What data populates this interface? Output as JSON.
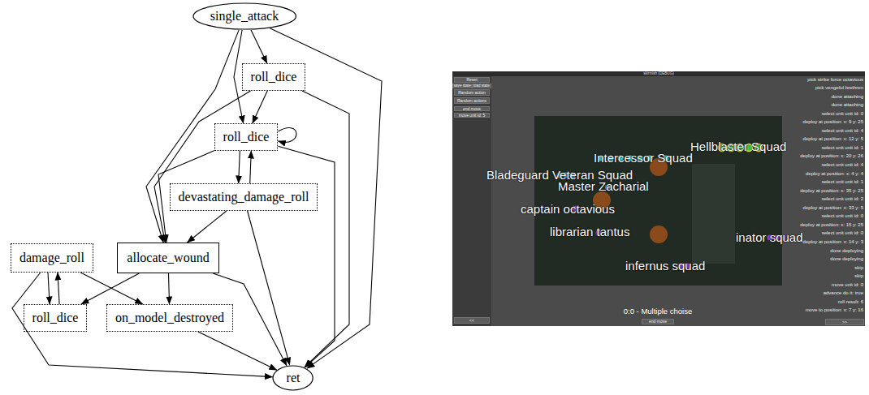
{
  "diagram": {
    "nodes": [
      {
        "text": [
          "single_attack"
        ]
      },
      {
        "text": [
          "roll_dice"
        ]
      },
      {
        "text": [
          "roll_dice"
        ]
      },
      {
        "text": [
          "devastating_damage_roll"
        ]
      },
      {
        "text": [
          "damage_roll"
        ]
      },
      {
        "text": [
          "allocate_wound"
        ]
      },
      {
        "text": [
          "roll_dice"
        ]
      },
      {
        "text": [
          "on_model_destroyed"
        ]
      },
      {
        "text": [
          "ret"
        ]
      },
      {
        "text": [
          "Reset"
        ]
      },
      {
        "text": [
          "save state"
        ]
      },
      {
        "text": [
          "load state"
        ]
      },
      {
        "text": [
          "Random action"
        ]
      },
      {
        "text": [
          "Random actions"
        ]
      },
      {
        "text": [
          "end move"
        ]
      },
      {
        "text": [
          "move unit id: 5"
        ]
      },
      {
        "text": [
          "<<"
        ]
      },
      {
        "text": [
          "end move"
        ]
      },
      {
        "text": [
          ">>"
        ]
      }
    ],
    "edges": [
      {
        "from": 0,
        "to": 1,
        "arrow": "to"
      },
      {
        "from": 0,
        "to": 2,
        "arrow": "to"
      },
      {
        "from": 0,
        "to": 5,
        "arrow": "to"
      },
      {
        "from": 0,
        "to": 8,
        "arrow": "to"
      },
      {
        "from": 1,
        "to": 2,
        "arrow": "to"
      },
      {
        "from": 1,
        "to": 5,
        "arrow": "to"
      },
      {
        "from": 1,
        "to": 8,
        "arrow": "to"
      },
      {
        "from": 2,
        "to": 2,
        "arrow": "to"
      },
      {
        "from": 2,
        "to": 3,
        "arrow": "to"
      },
      {
        "from": 3,
        "to": 2,
        "arrow": "to"
      },
      {
        "from": 2,
        "to": 5,
        "arrow": "to"
      },
      {
        "from": 2,
        "to": 8,
        "arrow": "to"
      },
      {
        "from": 3,
        "to": 5,
        "arrow": "to"
      },
      {
        "from": 3,
        "to": 8,
        "arrow": "to"
      },
      {
        "from": 4,
        "to": 6,
        "arrow": "to"
      },
      {
        "from": 6,
        "to": 4,
        "arrow": "to"
      },
      {
        "from": 4,
        "to": 7,
        "arrow": "to"
      },
      {
        "from": 4,
        "to": 8,
        "arrow": "to"
      },
      {
        "from": 5,
        "to": 6,
        "arrow": "to"
      },
      {
        "from": 5,
        "to": 7,
        "arrow": "to"
      },
      {
        "from": 5,
        "to": 8,
        "arrow": "to"
      },
      {
        "from": 7,
        "to": 8,
        "arrow": "to"
      }
    ],
    "labels": [
      "skirmish (DEBUG)",
      "Hellblaster Squad",
      "Intercessor Squad",
      "Bladeguard Veteran Squad",
      "Master Zacharial",
      "captain octavious",
      "librarian tantus",
      "inator squad",
      "infernus squad",
      "0:0 - Multiple choise",
      "pick strike force octavious",
      "pick vengeful brethren",
      "done attaching",
      "done attaching",
      "select unit unit id: 0",
      "deploy at position: x: 9 y: 25",
      "select unit unit id: 4",
      "deploy at position: x: 12 y: 5",
      "select unit unit id: 1",
      "deploy at position: x: 20 y: 26",
      "select unit unit id: 4",
      "deploy at position: x: 4 y: 4",
      "select unit unit id: 1",
      "deploy at position: x: 35 y: 25",
      "select unit unit id: 2",
      "deploy at position: x: 33 y: 5",
      "select unit unit id: 0",
      "deploy at position: x: 15 y: 25",
      "select unit unit id: 0",
      "deploy at position: x: 14 y: 3",
      "done deploying",
      "done deploying",
      "skip",
      "skip",
      "move unit id: 0",
      "advance do it: true",
      "roll result: 6",
      "move to position: x: 7 y: 16"
    ]
  }
}
